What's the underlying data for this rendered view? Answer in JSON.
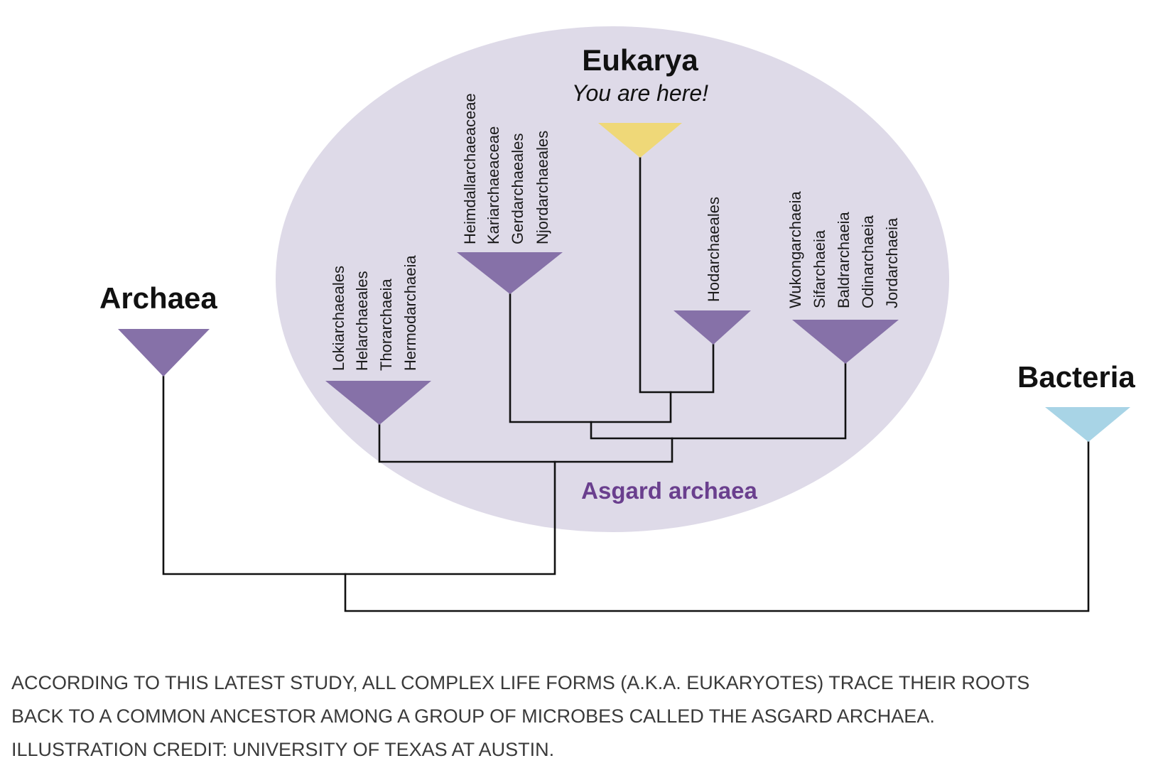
{
  "diagram": {
    "clades": {
      "archaea": {
        "label": "Archaea"
      },
      "bacteria": {
        "label": "Bacteria"
      },
      "eukarya": {
        "label": "Eukarya",
        "subtitle": "You are here!"
      },
      "asgard": {
        "label": "Asgard archaea"
      }
    },
    "taxa": {
      "loki_group": [
        "Lokiarchaeales",
        "Helarchaeales",
        "Thorarchaeia",
        "Hermodarchaeia"
      ],
      "heimdall_group": [
        "Heimdallarchaeaceae",
        "Kariarchaeaceae",
        "Gerdarchaeales",
        "Njordarchaeales"
      ],
      "hod_group": [
        "Hodarchaeales"
      ],
      "wukong_group": [
        "Wukongarchaeia",
        "Sifarchaeia",
        "Baldrarchaeia",
        "Odinarchaeia",
        "Jordarchaeia"
      ]
    },
    "colors": {
      "asgard_ellipse": "#dedae8",
      "archaea_triangle": "#8671a8",
      "eukarya_triangle": "#efd878",
      "bacteria_triangle": "#a8d4e6",
      "asgard_label": "#6a3f8e",
      "branch_line": "#111111"
    }
  },
  "caption": {
    "lines": [
      "ACCORDING TO THIS LATEST STUDY, ALL COMPLEX LIFE FORMS (A.K.A. EUKARYOTES) TRACE THEIR ROOTS",
      "BACK TO A COMMON ANCESTOR AMONG A GROUP OF MICROBES CALLED THE ASGARD ARCHAEA.",
      "ILLUSTRATION CREDIT: UNIVERSITY OF TEXAS AT AUSTIN."
    ]
  }
}
